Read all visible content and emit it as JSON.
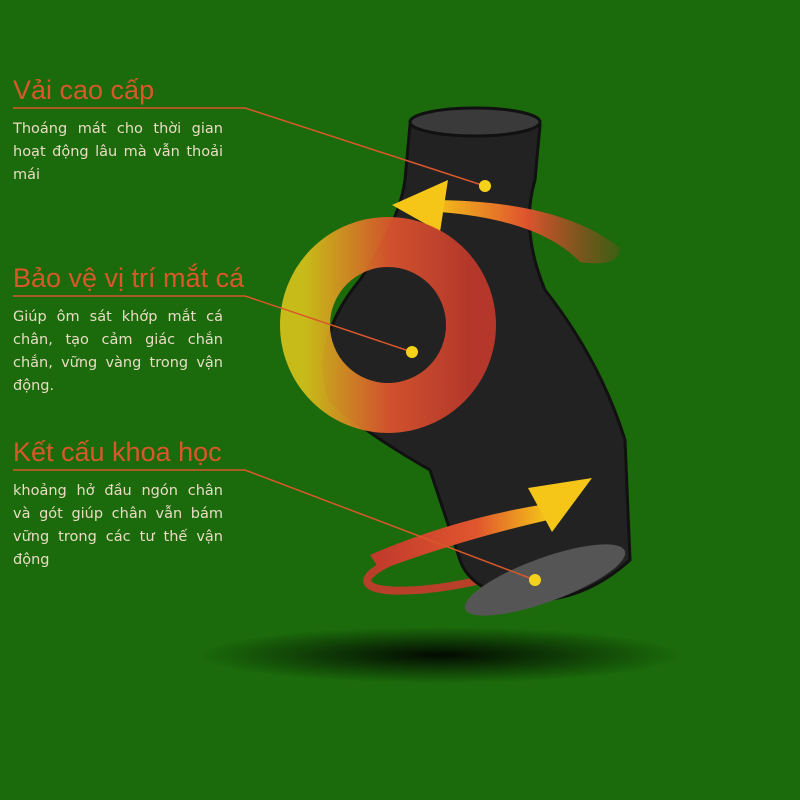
{
  "features": [
    {
      "title": "Vải cao cấp",
      "description": "Thoáng mát cho thời gian hoạt động lâu mà vẫn thoải mái"
    },
    {
      "title": "Bảo vệ vị trí mắt cá",
      "description": "Giúp ôm sát khớp mắt cá chân, tạo cảm giác chắn chắn, vững vàng trong vận động."
    },
    {
      "title": "Kết cấu khoa học",
      "description": "khoảng hở đầu ngón chân và gót giúp chân vẫn bám vững trong các tư thế vận động"
    }
  ],
  "colors": {
    "background": "#1b6a0b",
    "accent": "#d8582c",
    "text": "#e9dcc4",
    "highlight": "#f5d21a"
  }
}
